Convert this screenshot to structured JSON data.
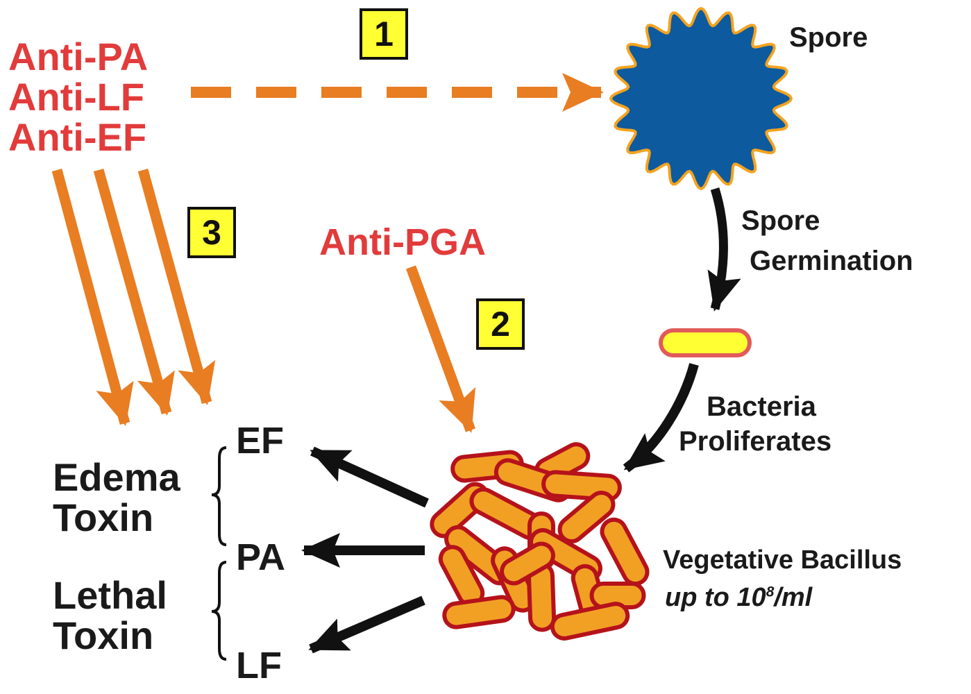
{
  "colors": {
    "antibody_text": "#e23b3b",
    "arrow_orange": "#e87d22",
    "spore_fill": "#0d5a9e",
    "spore_edge": "#f3a320",
    "bacillus_fill": "#f2a024",
    "bacillus_edge": "#b5121b",
    "germinating_fill": "#ffff33",
    "germinating_edge": "#e25a5a",
    "badge_fill": "#ffff33",
    "arrow_black": "#111111"
  },
  "antibodies": {
    "anti_pa": "Anti-PA",
    "anti_lf": "Anti-LF",
    "anti_ef": "Anti-EF",
    "anti_pga": "Anti-PGA"
  },
  "steps": {
    "one": "1",
    "two": "2",
    "three": "3"
  },
  "stages": {
    "spore": "Spore",
    "germination_line1": "Spore",
    "germination_line2": "Germination",
    "proliferation_line1": "Bacteria",
    "proliferation_line2": "Proliferates",
    "vegetative": "Vegetative Bacillus",
    "concentration_prefix": "up to 10",
    "concentration_exp": "8",
    "concentration_unit": "/ml"
  },
  "toxins": {
    "edema_line1": "Edema",
    "edema_line2": "Toxin",
    "lethal_line1": "Lethal",
    "lethal_line2": "Toxin"
  },
  "factors": {
    "ef": "EF",
    "pa": "PA",
    "lf": "LF"
  }
}
